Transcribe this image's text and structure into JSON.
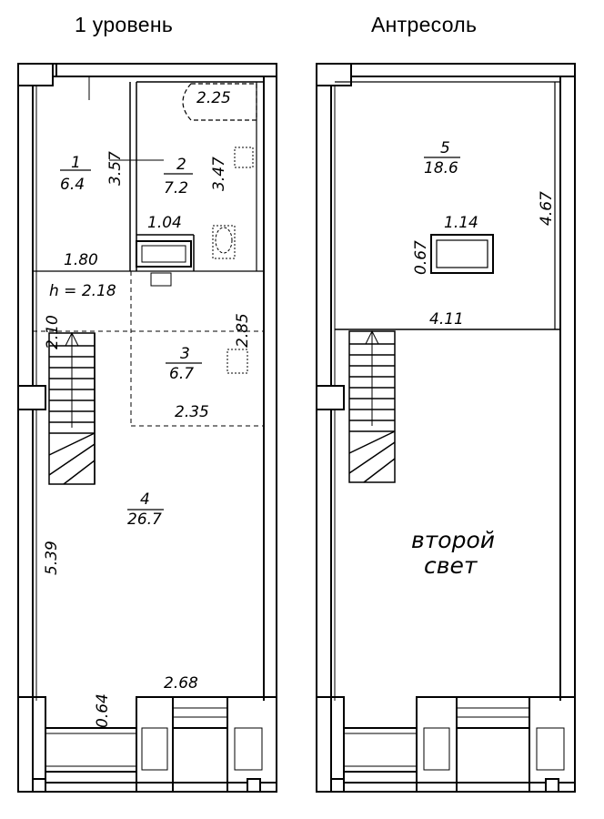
{
  "headings": {
    "level1": "1 уровень",
    "mezzanine": "Антресоль"
  },
  "level1": {
    "rooms": [
      {
        "number": "1",
        "area": "6.4"
      },
      {
        "number": "2",
        "area": "7.2"
      },
      {
        "number": "3",
        "area": "6.7"
      },
      {
        "number": "4",
        "area": "26.7"
      }
    ],
    "dimensions": {
      "bath_tub": "2.25",
      "room1_length": "3.57",
      "room2_length": "3.47",
      "sink_width": "1.04",
      "room1_width": "1.80",
      "ceiling_height": "h = 2.18",
      "stair_gap": "2.10",
      "room3_length": "2.85",
      "room3_width": "2.35",
      "hall_length": "5.39",
      "front_width": "2.68",
      "entry_depth": "0.64"
    }
  },
  "mezzanine": {
    "room": {
      "number": "5",
      "area": "18.6"
    },
    "dimensions": {
      "opening_width": "1.14",
      "opening_depth": "0.67",
      "room_depth": "4.67",
      "room_width": "4.11"
    },
    "void_label_line1": "второй",
    "void_label_line2": "свет"
  }
}
